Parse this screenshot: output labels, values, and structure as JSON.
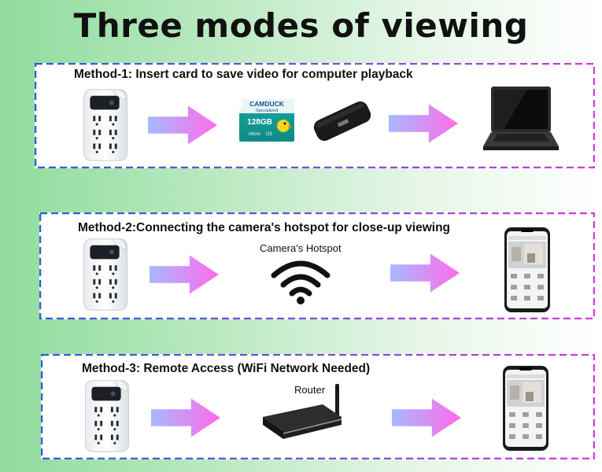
{
  "title": "Three modes of viewing",
  "methods": [
    {
      "label": "Method-1: Insert card to save video for computer playback"
    },
    {
      "label": "Method-2:Connecting the camera's hotspot for close-up viewing",
      "caption": "Camera's Hotspot"
    },
    {
      "label": "Method-3: Remote Access (WiFi Network Needed)",
      "caption": "Router"
    }
  ],
  "sd_card": {
    "brand": "CAMDUCK",
    "sub": "Specialized",
    "capacity": "128GB"
  },
  "colors": {
    "frame_left": "#2a5fd8",
    "frame_right": "#d23bd8",
    "arrow_left": "#a8b8ff",
    "arrow_right": "#ff6be8"
  }
}
